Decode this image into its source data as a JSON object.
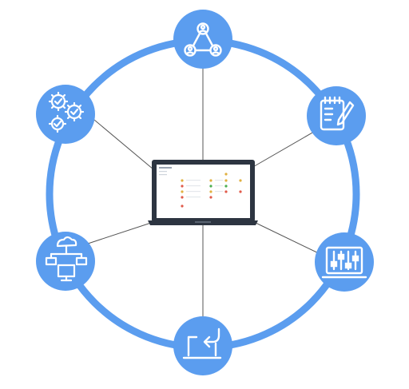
{
  "colors": {
    "ring": "#5b9def",
    "node_fill": "#5b9def",
    "icon_stroke": "#ffffff",
    "connector": "#444444",
    "laptop_body": "#2d3541",
    "laptop_screen": "#ffffff"
  },
  "center": {
    "label": "laptop-dashboard",
    "icon": "laptop-icon"
  },
  "nodes": [
    {
      "id": "top",
      "icon": "user-network-icon"
    },
    {
      "id": "upper-right",
      "icon": "checklist-pen-icon"
    },
    {
      "id": "lower-right",
      "icon": "slider-controls-icon"
    },
    {
      "id": "bottom",
      "icon": "laptop-return-arrow-icon"
    },
    {
      "id": "lower-left",
      "icon": "cloud-network-monitor-icon"
    },
    {
      "id": "upper-left",
      "icon": "gears-check-icon"
    }
  ]
}
